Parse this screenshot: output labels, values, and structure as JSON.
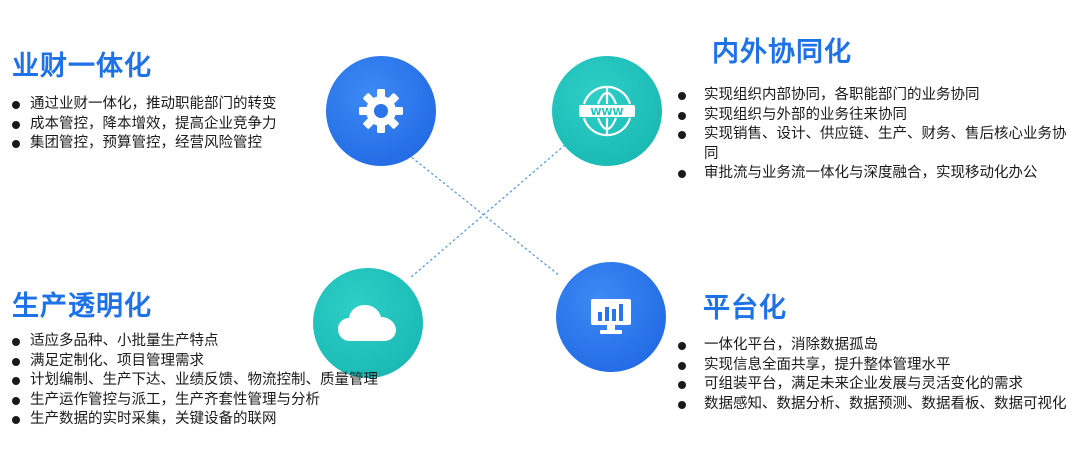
{
  "colors": {
    "accent": "#1d72e8",
    "circle_blue": "#2a74ea",
    "circle_teal": "#1fc2bc",
    "connector": "#5b9ae8",
    "text": "#1a1a1a"
  },
  "quadrants": {
    "top_left": {
      "title": "业财一体化",
      "icon": "gear-icon",
      "items": [
        "通过业财一体化，推动职能部门的转变",
        "成本管控，降本增效，提高企业竞争力",
        "集团管控，预算管控，经营风险管控"
      ]
    },
    "top_right": {
      "title": "内外协同化",
      "icon": "www-globe-icon",
      "items": [
        "实现组织内部协同，各职能部门的业务协同",
        "实现组织与外部的业务往来协同",
        "实现销售、设计、供应链、生产、财务、售后核心业务协同",
        "审批流与业务流一体化与深度融合，实现移动化办公"
      ]
    },
    "bottom_left": {
      "title": "生产透明化",
      "icon": "cloud-icon",
      "items": [
        "适应多品种、小批量生产特点",
        "满足定制化、项目管理需求",
        "计划编制、生产下达、业绩反馈、物流控制、质量管理",
        "生产运作管控与派工，生产齐套性管理与分析",
        "生产数据的实时采集，关键设备的联网"
      ]
    },
    "bottom_right": {
      "title": "平台化",
      "icon": "monitor-chart-icon",
      "items": [
        "一体化平台，消除数据孤岛",
        "实现信息全面共享，提升整体管理水平",
        "可组装平台，满足未来企业发展与灵活变化的需求",
        "数据感知、数据分析、数据预测、数据看板、数据可视化"
      ]
    }
  }
}
